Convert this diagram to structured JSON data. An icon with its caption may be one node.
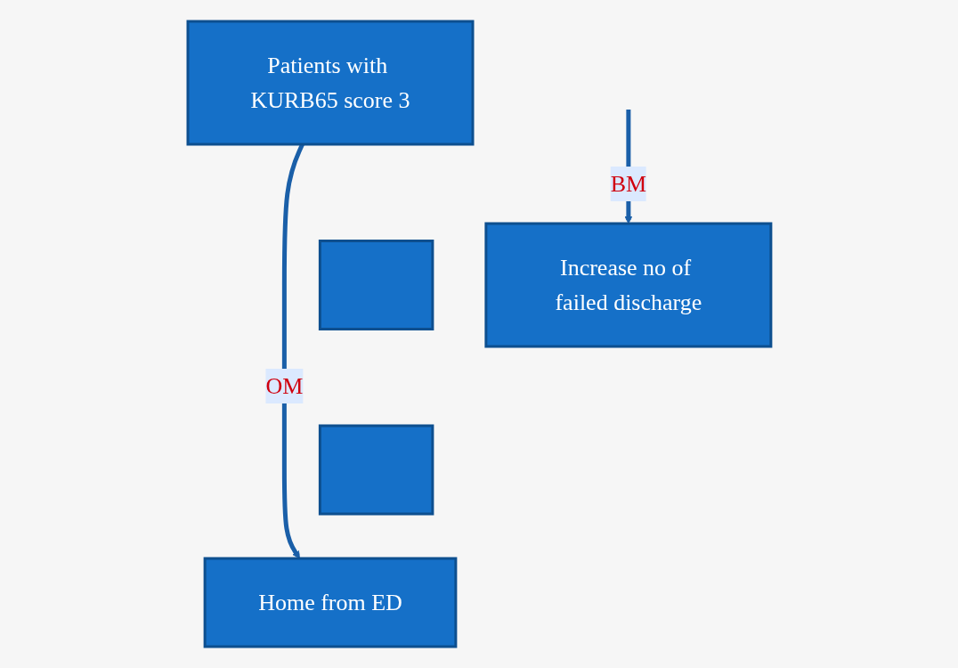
{
  "diagram": {
    "nodes": [
      {
        "text": [
          "Patients with KURB65 score 3"
        ]
      },
      {
        "text": [],
        "shape": "box"
      },
      {
        "text": [],
        "shape": "box"
      },
      {
        "text": [
          "Home from ED"
        ]
      },
      {
        "text": [
          "Increase no of failed discharge"
        ]
      }
    ],
    "edges": [
      {
        "from": 0,
        "to": 3,
        "arrow": "to",
        "label": "OM"
      },
      {
        "from": null,
        "to": 4,
        "arrow": "to",
        "label": "BM"
      }
    ]
  }
}
